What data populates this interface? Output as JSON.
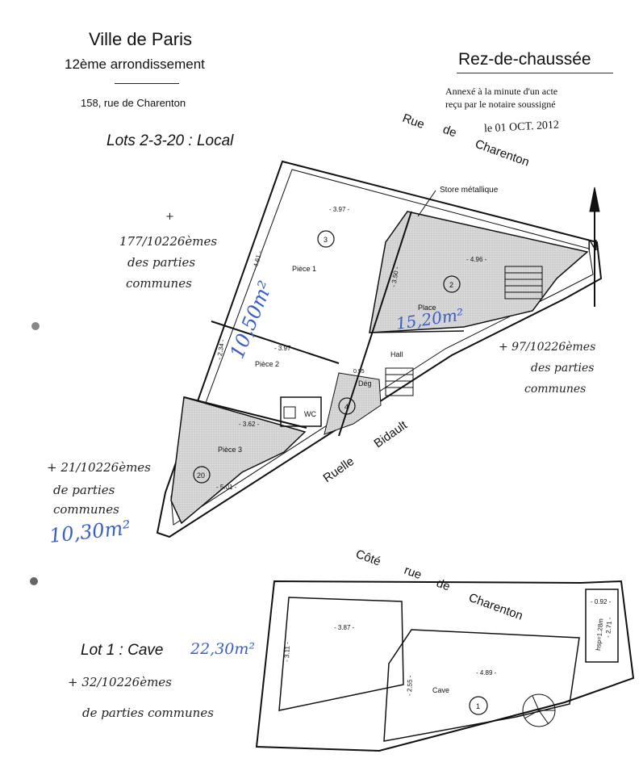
{
  "header": {
    "city": "Ville de Paris",
    "arrondissement": "12ème arrondissement",
    "address": "158, rue de Charenton"
  },
  "floor_label": "Rez-de-chaussée",
  "notary_stamp": {
    "line1": "Annexé à la minute d'un acte",
    "line2": "reçu par le notaire soussigné",
    "date": "le 01 OCT. 2012"
  },
  "ground_floor": {
    "title": "Lots 2-3-20 : Local",
    "street_label": [
      "Rue",
      "de",
      "Charenton"
    ],
    "lane_label": [
      "Ruelle",
      "Bidault"
    ],
    "store_label": "Store métallique",
    "north_label": "N",
    "rooms": [
      {
        "name": "Pièce 1",
        "lot": "3",
        "dim_top": "- 3.97 -",
        "dim_side": "- 4.61 -"
      },
      {
        "name": "Place",
        "lot": "2",
        "dim_top": "- 4.96 -",
        "dim_side": "- 3.50 -"
      },
      {
        "name": "Pièce 2",
        "dim_top": "- 3.97 -",
        "dim_side": "- 2.34 -"
      },
      {
        "name": "Pièce 3",
        "lot": "20",
        "dim_top": "- 3.62 -",
        "dim_bottom": "- 5.01 -"
      },
      {
        "name": "Hall"
      },
      {
        "name": "Dég",
        "lot": "4",
        "dim": "0.95"
      },
      {
        "name": "WC"
      }
    ],
    "handwritten": {
      "lot3_share": [
        "+",
        "177/10226èmes",
        "des parties",
        "communes"
      ],
      "lot3_area": "10,50m²",
      "lot2_share": [
        "+ 97/10226èmes",
        "des parties",
        "communes"
      ],
      "lot2_area": "15,20m²",
      "lot20_share": [
        "+ 21/10226èmes",
        "de parties",
        "communes"
      ],
      "lot20_area": "10,30m²"
    }
  },
  "cellar": {
    "title": "Lot 1 : Cave",
    "area": "22,30m²",
    "street_label": [
      "Côté",
      "rue",
      "de",
      "Charenton"
    ],
    "room_name": "Cave",
    "lot": "1",
    "dims": [
      "- 3.87 -",
      "- 3.11 -",
      "- 4.89 -",
      "- 2.55 -",
      "- 0.92 -",
      "- 2.71 -"
    ],
    "height": "hsp=1.28m",
    "handwritten_share": [
      "+ 32/10226èmes",
      "de parties communes"
    ]
  },
  "colors": {
    "hatch": "#d6d6d6",
    "wall": "#111111",
    "ink_blue": "#3a5fc2"
  }
}
